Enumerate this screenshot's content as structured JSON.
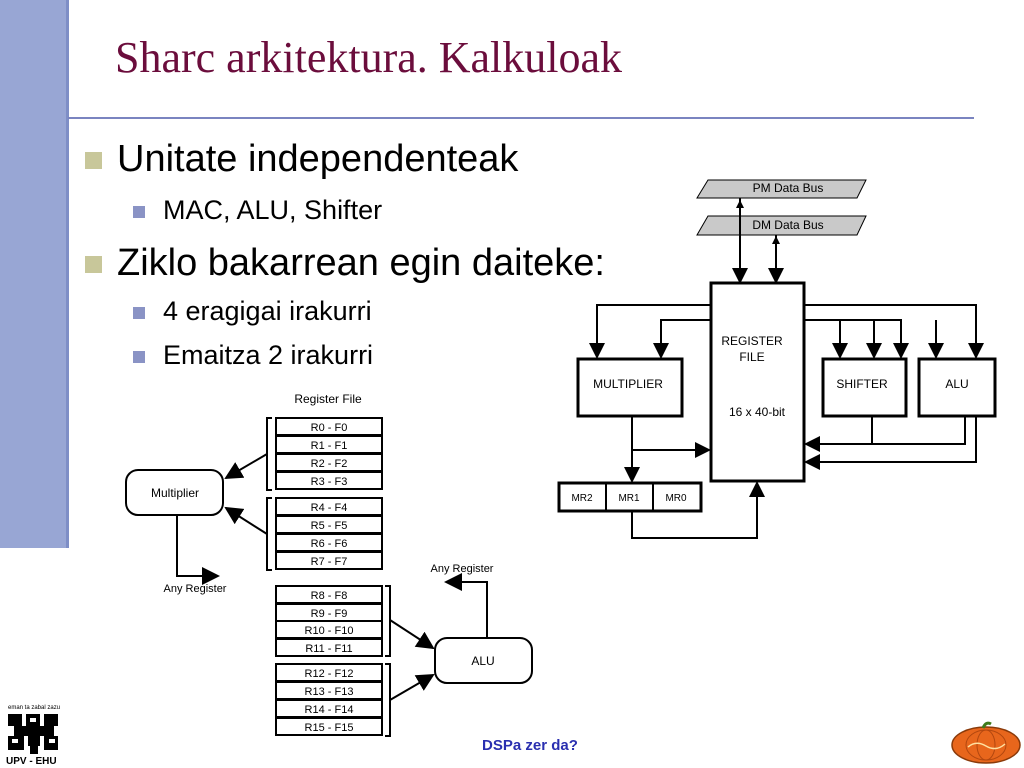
{
  "slide": {
    "title": "Sharc arkitektura. Kalkuloak",
    "bullets": [
      {
        "text": "Unitate independenteak",
        "sub": [
          "MAC, ALU, Shifter"
        ]
      },
      {
        "text": "Ziklo bakarrean egin daiteke:",
        "sub": [
          "4 eragigai irakurri",
          "Emaitza 2 irakurri"
        ]
      }
    ],
    "footer": "DSPa zer da?",
    "logo_label": "UPV - EHU",
    "logo_top_text": "eman ta zabal zazu"
  },
  "reg_diagram": {
    "title": "Register File",
    "multiplier": "Multiplier",
    "alu": "ALU",
    "any_register_left": "Any Register",
    "any_register_right": "Any Register",
    "registers": [
      "R0 - F0",
      "R1 - F1",
      "R2 - F2",
      "R3 - F3",
      "R4 - F4",
      "R5 - F5",
      "R6 - F6",
      "R7 - F7",
      "R8 - F8",
      "R9 - F9",
      "R10 - F10",
      "R11 - F11",
      "R12 - F12",
      "R13 - F13",
      "R14 - F14",
      "R15 - F15"
    ]
  },
  "arch_diagram": {
    "pm_bus": "PM Data Bus",
    "dm_bus": "DM Data Bus",
    "register_file_line1": "REGISTER",
    "register_file_line2": "FILE",
    "register_file_size": "16 x 40-bit",
    "multiplier": "MULTIPLIER",
    "shifter": "SHIFTER",
    "alu": "ALU",
    "mr": [
      "MR2",
      "MR1",
      "MR0"
    ]
  },
  "colors": {
    "title": "#6b0d3c",
    "sidebar": "#98a6d4",
    "footer": "#2a2fb0"
  }
}
